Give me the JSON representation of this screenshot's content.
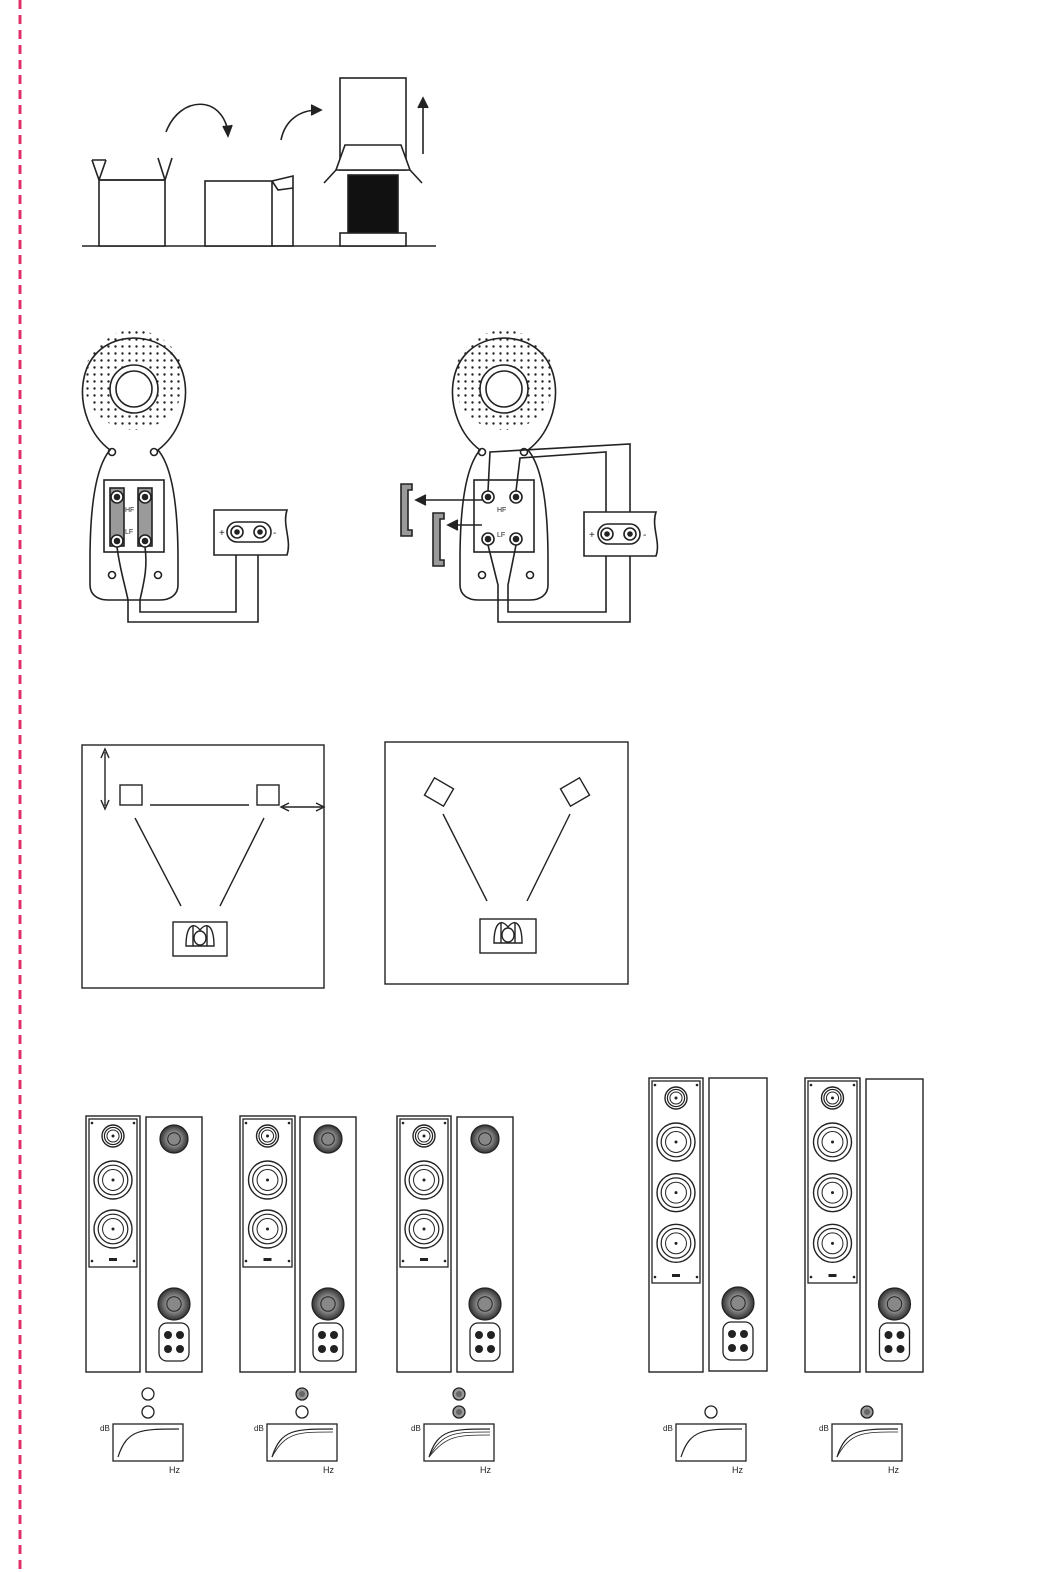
{
  "page": {
    "margin_line_color": "#e0306a"
  },
  "labels": {
    "hf": "HF",
    "lf": "LF",
    "plus": "+",
    "minus": "-",
    "db": "dB",
    "hz": "Hz"
  },
  "colors": {
    "line": "#222222",
    "fill_dark": "#111111",
    "fill_gray": "#9a9a9a",
    "fill_light_gray": "#bdbdbd"
  },
  "graph_variants": [
    {
      "dials": [
        "open",
        "open"
      ],
      "curves": 1
    },
    {
      "dials": [
        "gray",
        "open"
      ],
      "curves": 2
    },
    {
      "dials": [
        "gray",
        "gray"
      ],
      "curves": 3
    },
    {
      "dials": [
        "open"
      ],
      "curves": 1
    },
    {
      "dials": [
        "gray"
      ],
      "curves": 2
    }
  ]
}
